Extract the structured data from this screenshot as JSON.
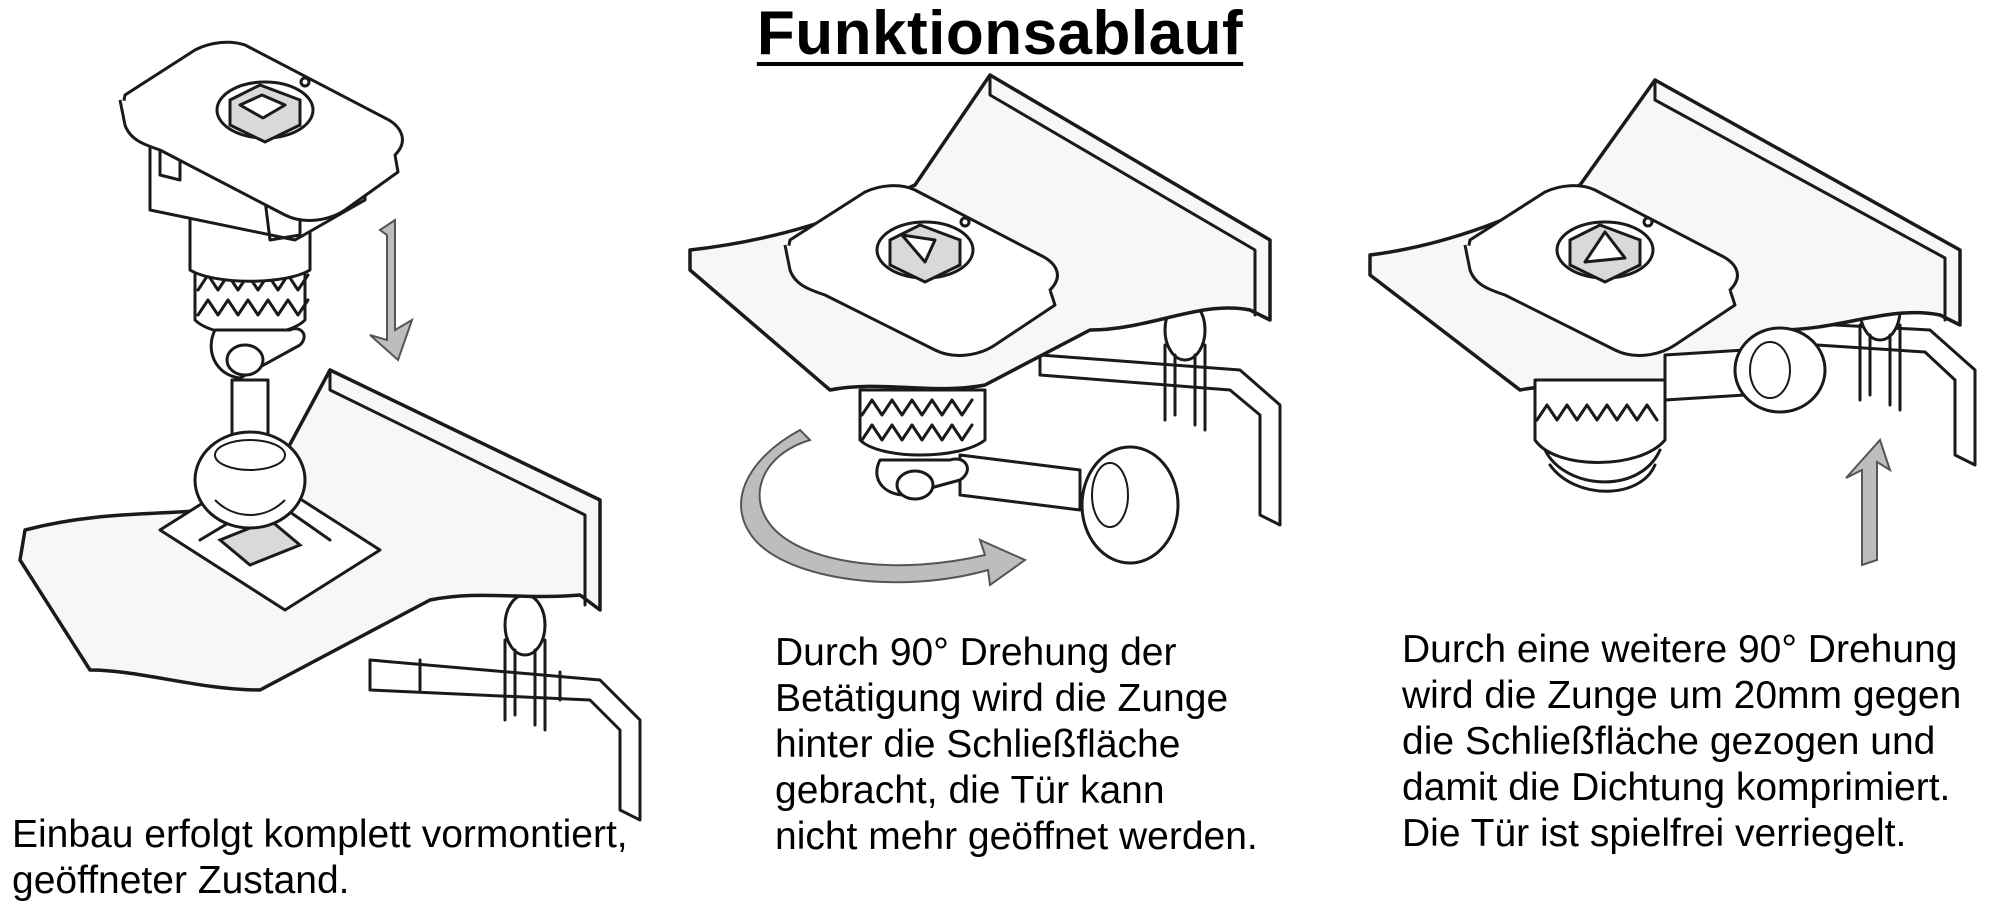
{
  "title": "Funktionsablauf",
  "steps": [
    {
      "caption": "Einbau erfolgt komplett vormontiert,\ngeöffneter Zustand."
    },
    {
      "caption": "Durch 90° Drehung der\nBetätigung wird die Zunge\nhinter die Schließfläche\ngebracht, die Tür kann\nnicht mehr geöffnet werden."
    },
    {
      "caption": "Durch eine weitere 90° Drehung\nwird die Zunge um 20mm gegen\ndie Schließfläche gezogen und\ndamit die Dichtung komprimiert.\nDie Tür ist spielfrei verriegelt."
    }
  ],
  "colors": {
    "line": "#1a1a1a",
    "arrow": "#bdbdbd",
    "background": "#ffffff"
  }
}
